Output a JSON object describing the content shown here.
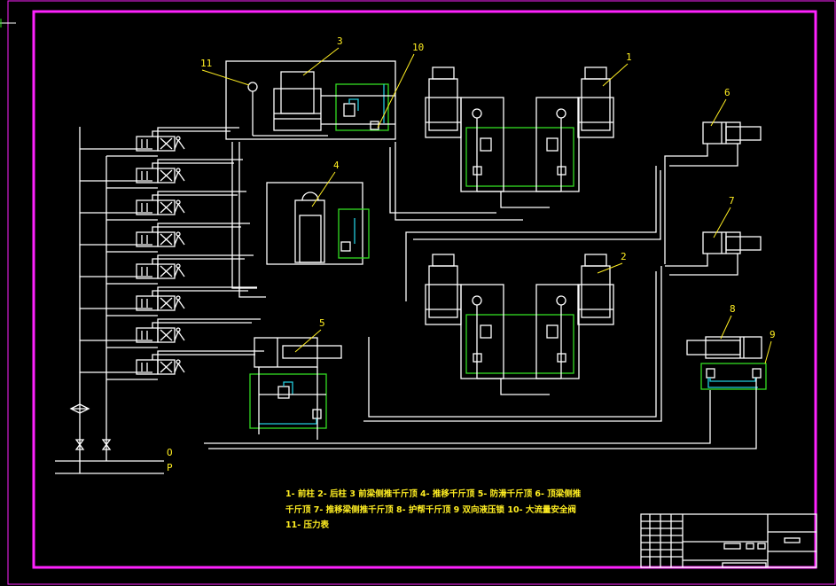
{
  "drawing": {
    "title": "Hydraulic system schematic",
    "frame_color": "#ff22ff",
    "line_color": "#ffffff",
    "valve_box_color": "#33dd22",
    "pilot_line_color": "#22ccdd",
    "annotation_color": "#ffee22",
    "component_labels": [
      {
        "id": "1",
        "name": "前柱"
      },
      {
        "id": "2",
        "name": "后柱"
      },
      {
        "id": "3",
        "name": "前梁侧推千斤顶"
      },
      {
        "id": "4",
        "name": "推移千斤顶"
      },
      {
        "id": "5",
        "name": "防滑千斤顶"
      },
      {
        "id": "6",
        "name": "顶梁侧推千斤顶"
      },
      {
        "id": "7",
        "name": "推移梁侧推千斤顶"
      },
      {
        "id": "8",
        "name": "护帮千斤顶"
      },
      {
        "id": "9",
        "name": "双向液压锁"
      },
      {
        "id": "10",
        "name": "大流量安全阀"
      },
      {
        "id": "11",
        "name": "压力表"
      }
    ],
    "legend_lines": [
      "1- 前柱 2- 后柱 3 前梁侧推千斤顶 4- 推移千斤顶 5- 防滑千斤顶 6- 顶梁侧推",
      "千斤顶 7- 推移梁侧推千斤顶 8- 护帮千斤顶 9 双向液压锁 10- 大流量安全阀",
      "11- 压力表"
    ],
    "port_labels": {
      "return": "O",
      "pressure": "P"
    },
    "valve_count": 8,
    "callouts": [
      "1",
      "2",
      "3",
      "4",
      "5",
      "6",
      "7",
      "8",
      "9",
      "10",
      "11"
    ]
  },
  "title_block": {
    "visible": true
  }
}
